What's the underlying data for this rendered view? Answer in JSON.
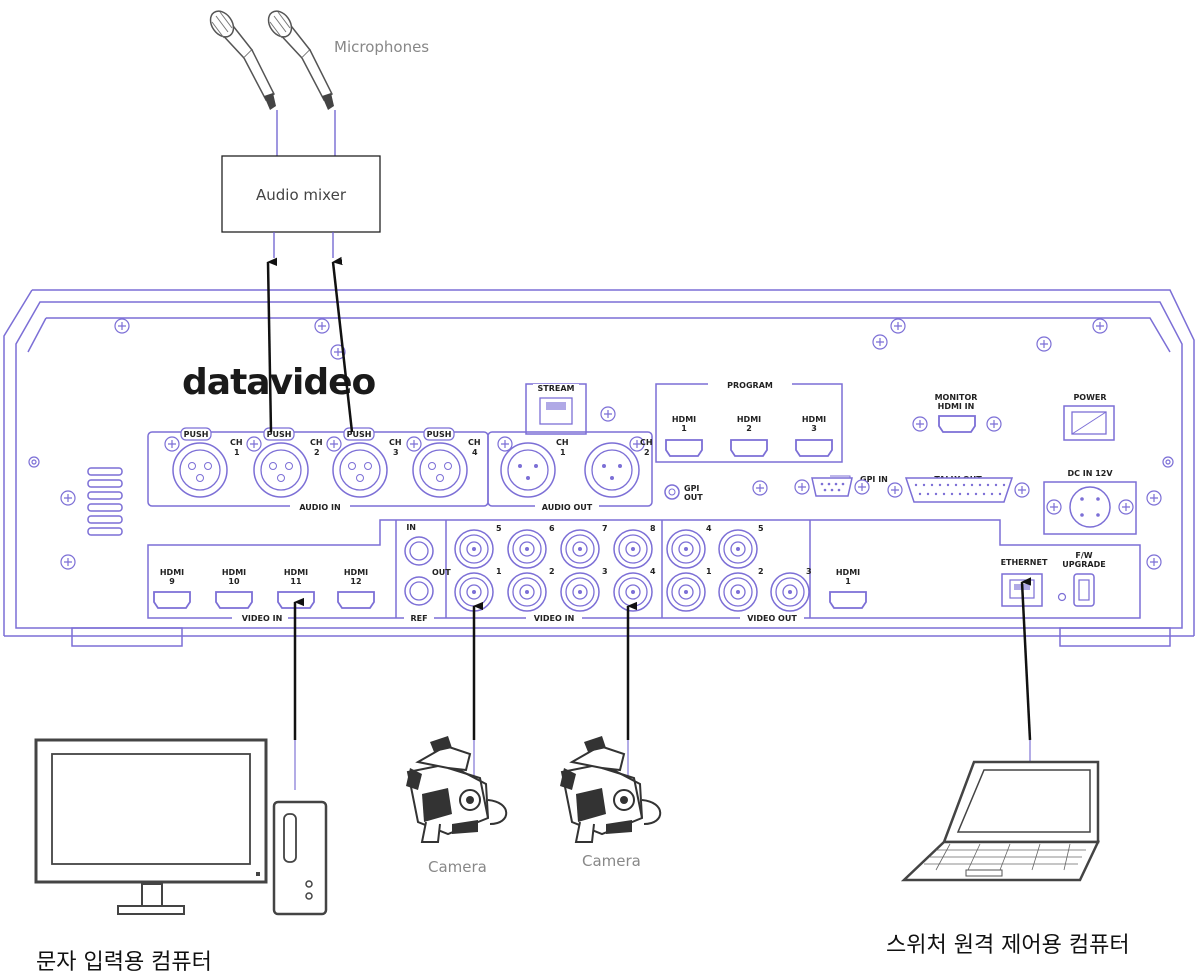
{
  "diagram": {
    "labels": {
      "microphones": "Microphones",
      "audio_mixer": "Audio mixer",
      "camera_1": "Camera",
      "camera_2": "Camera",
      "computer_caption": "문자 입력용 컴퓨터",
      "laptop_caption": "스위처 원격 제어용 컴퓨터"
    },
    "device": {
      "brand": "datavideo",
      "stream": "STREAM",
      "push": "PUSH",
      "audio_in": "AUDIO IN",
      "audio_out": "AUDIO OUT",
      "ch": "CH",
      "ch_numbers": [
        "1",
        "2",
        "3",
        "4"
      ],
      "out_ch_numbers": [
        "1",
        "2"
      ],
      "program": "PROGRAM",
      "hdmi": "HDMI",
      "program_hdmi_numbers": [
        "1",
        "2",
        "3"
      ],
      "monitor_hdmi_in_1": "MONITOR",
      "monitor_hdmi_in_2": "HDMI IN",
      "power": "POWER",
      "gpi_in": "GPI IN",
      "gpi_out_1": "GPI",
      "gpi_out_2": "OUT",
      "tally_out": "TALLY OUT",
      "dc_in": "DC IN 12V",
      "hdmi_in_numbers": [
        "9",
        "10",
        "11",
        "12"
      ],
      "video_in": "VIDEO IN",
      "ref": "REF",
      "ref_in": "IN",
      "ref_out": "OUT",
      "sdi_top_numbers": [
        "5",
        "6",
        "7",
        "8"
      ],
      "sdi_bottom_numbers": [
        "1",
        "2",
        "3",
        "4"
      ],
      "video_out": "VIDEO OUT",
      "out_top_numbers": [
        "4",
        "5"
      ],
      "out_bottom_numbers": [
        "1",
        "2",
        "3"
      ],
      "hdmi_out_number": "1",
      "ethernet": "ETHERNET",
      "fw_upgrade_1": "F/W",
      "fw_upgrade_2": "UPGRADE"
    },
    "colors": {
      "panel_stroke": "#7c6fd6",
      "line": "#6b5fd0",
      "arrow": "#111111"
    }
  }
}
